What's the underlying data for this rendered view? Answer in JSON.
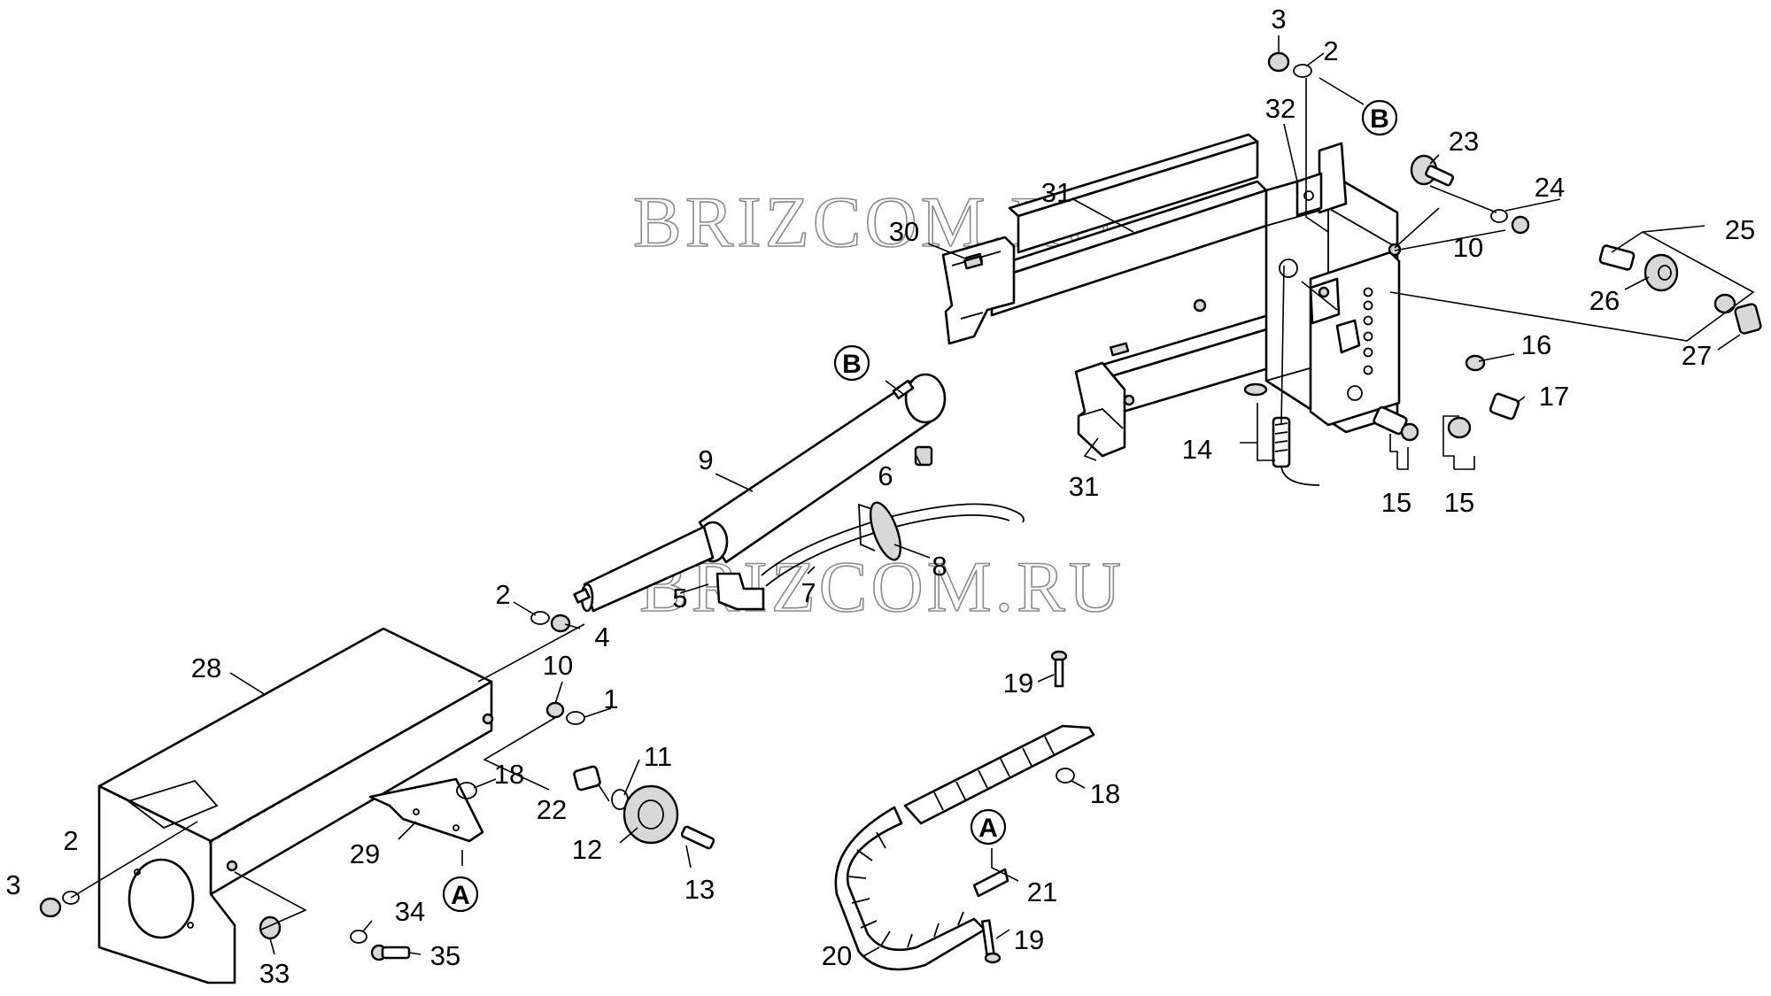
{
  "watermark": "BRIZCOM.RU",
  "reference_letters": {
    "a": "A",
    "b": "B"
  },
  "callouts": {
    "c1": "1",
    "c2a": "2",
    "c2b": "2",
    "c2c": "2",
    "c3a": "3",
    "c3b": "3",
    "c4": "4",
    "c5": "5",
    "c6": "6",
    "c7": "7",
    "c8": "8",
    "c9": "9",
    "c10a": "10",
    "c10b": "10",
    "c11": "11",
    "c12": "12",
    "c13": "13",
    "c14": "14",
    "c15a": "15",
    "c15b": "15",
    "c16": "16",
    "c17": "17",
    "c18a": "18",
    "c18b": "18",
    "c19a": "19",
    "c19b": "19",
    "c20": "20",
    "c21": "21",
    "c22": "22",
    "c23": "23",
    "c24": "24",
    "c25": "25",
    "c26": "26",
    "c27": "27",
    "c28": "28",
    "c29": "29",
    "c30": "30",
    "c31a": "31",
    "c31b": "31",
    "c32": "32",
    "c33": "33",
    "c34": "34",
    "c35": "35"
  }
}
